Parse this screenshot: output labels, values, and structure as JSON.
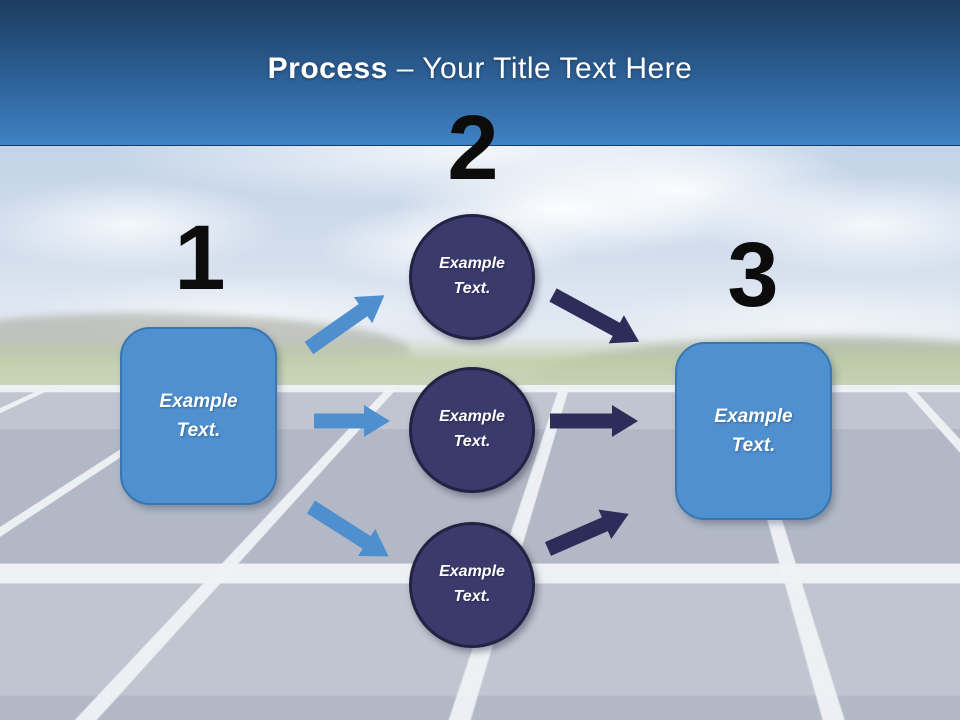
{
  "header": {
    "title_bold": "Process",
    "title_rest": "– Your Title Text Here"
  },
  "diagram": {
    "steps": [
      {
        "number": "1",
        "label": "Example Text."
      },
      {
        "number": "2",
        "circles": [
          {
            "label": "Example Text."
          },
          {
            "label": "Example Text."
          },
          {
            "label": "Example Text."
          }
        ]
      },
      {
        "number": "3",
        "label": "Example Text."
      }
    ]
  },
  "colors": {
    "header_top": "#1d3d5e",
    "header_bottom": "#3f82c4",
    "box_blue": "#4e90d0",
    "box_blue_border": "#3a76ad",
    "circle_navy": "#3b3a6d",
    "circle_navy_border": "#232243",
    "arrow_blue": "#4e8fd0",
    "arrow_navy": "#2e2d5a",
    "number_color": "#0c0c0c",
    "text_white": "#ffffff"
  }
}
